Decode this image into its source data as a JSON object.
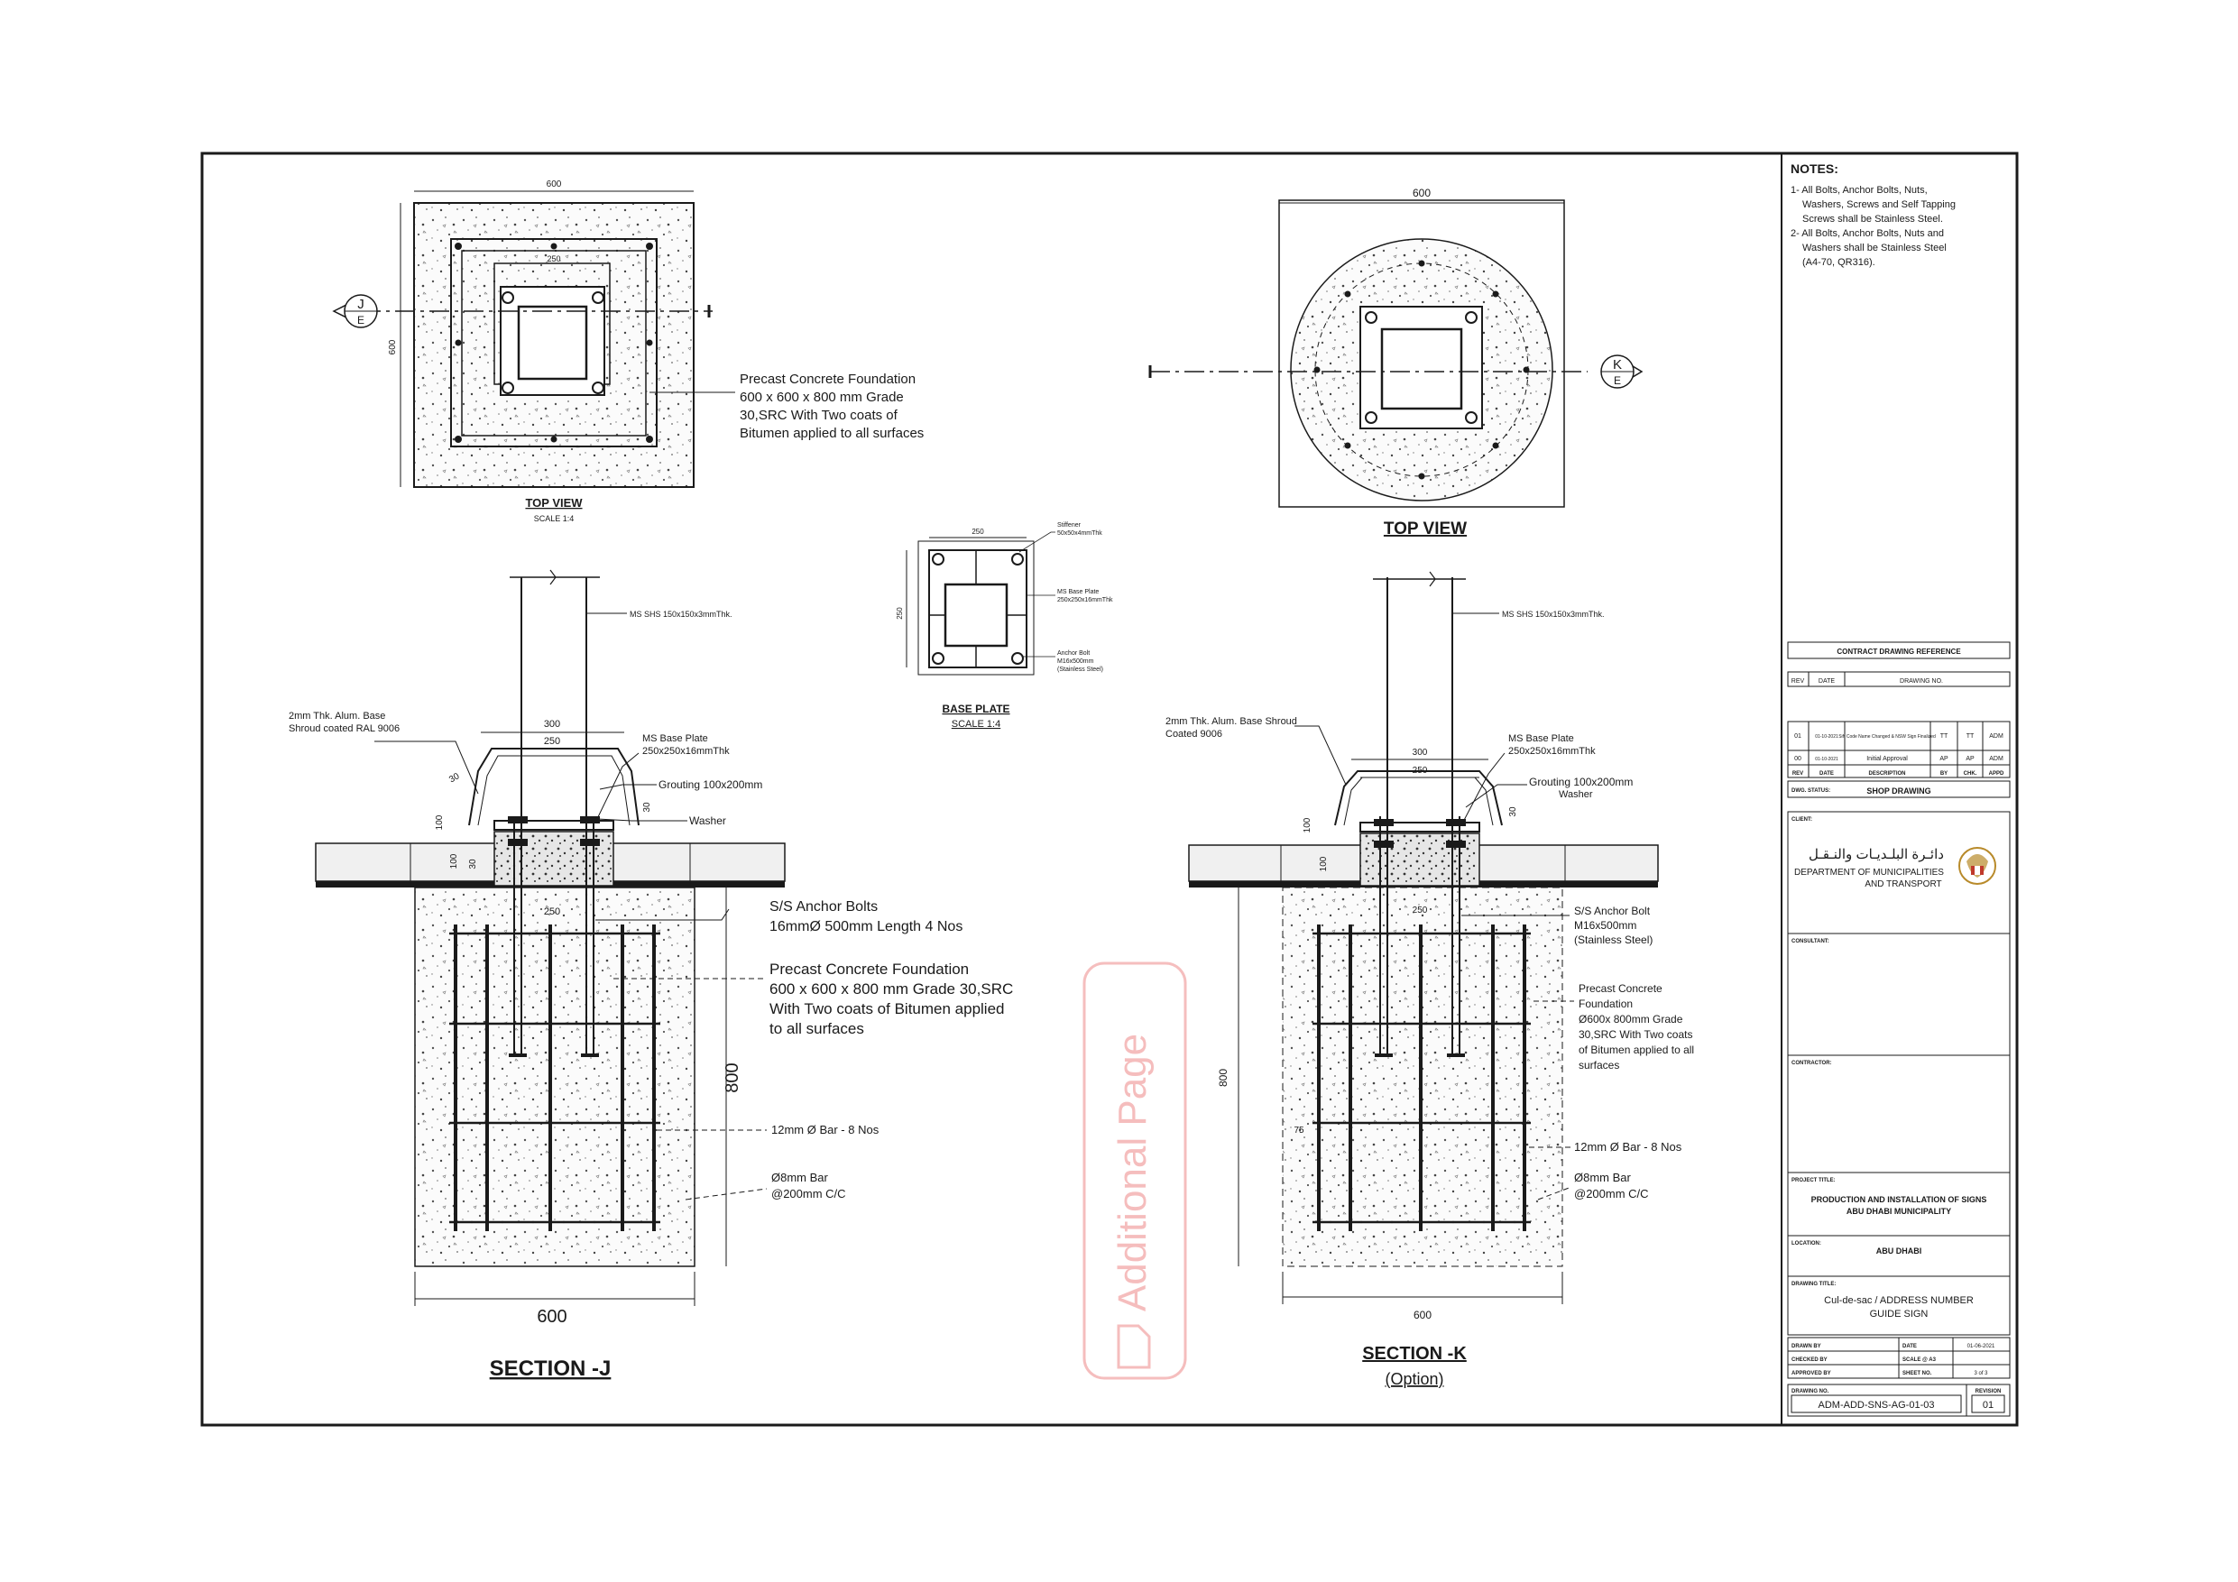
{
  "notes": {
    "heading": "NOTES:",
    "line1": "1- All Bolts, Anchor Bolts, Nuts,",
    "line2": "Washers, Screws and Self Tapping",
    "line3": "Screws shall be Stainless Steel.",
    "line4": "2- All Bolts, Anchor Bolts, Nuts and",
    "line5": "Washers shall be Stainless Steel",
    "line6": "(A4-70, QR316)."
  },
  "top_view_left": {
    "dim_width": "600",
    "dim_height": "600",
    "inner_dim": "250",
    "marker_letter": "J",
    "marker_sub": "E",
    "note1": "Precast Concrete Foundation",
    "note2": "600 x 600 x 800 mm Grade",
    "note3": "30,SRC With Two coats of",
    "note4": "Bitumen applied to all surfaces",
    "title": "TOP VIEW",
    "scale": "SCALE 1:4"
  },
  "top_view_right": {
    "dim_width": "600",
    "marker_letter": "K",
    "marker_sub": "E",
    "title": "TOP VIEW"
  },
  "base_plate": {
    "dim_top": "250",
    "dim_side": "250",
    "stiffener1": "Stiffener",
    "stiffener2": "50x50x4mmThk",
    "plate1": "MS Base Plate",
    "plate2": "250x250x16mmThk",
    "bolt1": "Anchor Bolt",
    "bolt2": "M16x500mm",
    "bolt3": "(Stainless Steel)",
    "title": "BASE PLATE",
    "scale": "SCALE 1:4"
  },
  "section_j": {
    "pole": "MS SHS 150x150x3mmThk.",
    "shroud1": "2mm Thk. Alum. Base",
    "shroud2": "Shroud coated RAL 9006",
    "plate1": "MS Base Plate",
    "plate2": "250x250x16mmThk",
    "grouting": "Grouting 100x200mm",
    "washer": "Washer",
    "dim_300": "300",
    "dim_250": "250",
    "dim_250b": "250",
    "dim_100": "100",
    "dim_30a": "30",
    "dim_30b": "30",
    "dim_100b": "100",
    "dim_30c": "30",
    "anchor1": "S/S Anchor Bolts",
    "anchor2": "16mmØ 500mm Length 4 Nos",
    "found1": "Precast Concrete Foundation",
    "found2": "600 x 600 x 800 mm Grade 30,SRC",
    "found3": "With Two coats of Bitumen applied",
    "found4": "to all surfaces",
    "dim_800": "800",
    "bar12": "12mm Ø Bar - 8 Nos",
    "bar8a": "Ø8mm Bar",
    "bar8b": "@200mm C/C",
    "dim_600": "600",
    "title": "SECTION -J"
  },
  "section_k": {
    "pole": "MS SHS 150x150x3mmThk.",
    "shroud1": "2mm Thk. Alum. Base Shroud",
    "shroud2": "Coated 9006",
    "plate1": "MS Base Plate",
    "plate2": "250x250x16mmThk",
    "grouting": "Grouting 100x200mm",
    "washer": "Washer",
    "dim_300": "300",
    "dim_250": "250",
    "dim_250b": "250",
    "dim_100": "100",
    "dim_30": "30",
    "dim_100b": "100",
    "anchor1": "S/S Anchor Bolt",
    "anchor2": "M16x500mm",
    "anchor3": "(Stainless Steel)",
    "found1": "Precast Concrete",
    "found2": "Foundation",
    "found3": "Ø600x 800mm Grade",
    "found4": "30,SRC With Two coats",
    "found5": "of Bitumen applied to all",
    "found6": "surfaces",
    "dim_800": "800",
    "dim_75": "75",
    "bar12": "12mm Ø Bar - 8 Nos",
    "bar8a": "Ø8mm Bar",
    "bar8b": "@200mm C/C",
    "dim_600": "600",
    "title": "SECTION -K",
    "subtitle": "(Option)"
  },
  "watermark": "Additional Page",
  "title_block": {
    "contract_ref": "CONTRACT DRAWING REFERENCE",
    "rev_h": "REV",
    "date_h": "DATE",
    "drawing_no_h": "DRAWING NO.",
    "rows": [
      {
        "rev": "01",
        "date": "01-10-2021",
        "desc": "Sift Code Name Changed & NSW Sign Finalized",
        "by": "TT",
        "chk": "TT",
        "app": "ADM"
      },
      {
        "rev": "00",
        "date": "01-10-2021",
        "desc": "Initial Approval",
        "by": "AP",
        "chk": "AP",
        "app": "ADM"
      }
    ],
    "rev_h2": "REV",
    "date_h2": "DATE",
    "desc_h": "DESCRIPTION",
    "by_h": "BY",
    "chk_h": "CHK.",
    "appd_h": "APPD",
    "status_label": "DWG. STATUS:",
    "status": "SHOP DRAWING",
    "client_label": "CLIENT:",
    "client_arabic": "دائـرة البلـديـات والنـقـل",
    "client_en1": "DEPARTMENT OF MUNICIPALITIES",
    "client_en2": "AND TRANSPORT",
    "consultant_label": "CONSULTANT:",
    "contractor_label": "CONTRACTOR:",
    "project_label": "PROJECT TITLE:",
    "project1": "PRODUCTION AND INSTALLATION OF SIGNS",
    "project2": "ABU DHABI MUNICIPALITY",
    "location_label": "LOCATION:",
    "location": "ABU DHABI",
    "dwg_title_label": "DRAWING TITLE:",
    "dwg_title1": "Cul-de-sac / ADDRESS NUMBER",
    "dwg_title2": "GUIDE SIGN",
    "drawn_by": "DRAWN BY",
    "checked_by": "CHECKED BY",
    "approved_by": "APPROVED BY",
    "date_label": "DATE",
    "date_value": "01-06-2021",
    "scale_label": "SCALE @ A3",
    "sheet_label": "SHEET NO.",
    "sheet_value": "3 of 3",
    "dwg_no_label": "DRAWING NO.",
    "dwg_no": "ADM-ADD-SNS-AG-01-03",
    "revision_label": "REVISION",
    "revision": "01"
  },
  "colors": {
    "line": "#1a1a1a",
    "watermark": "#f2a8a8"
  }
}
